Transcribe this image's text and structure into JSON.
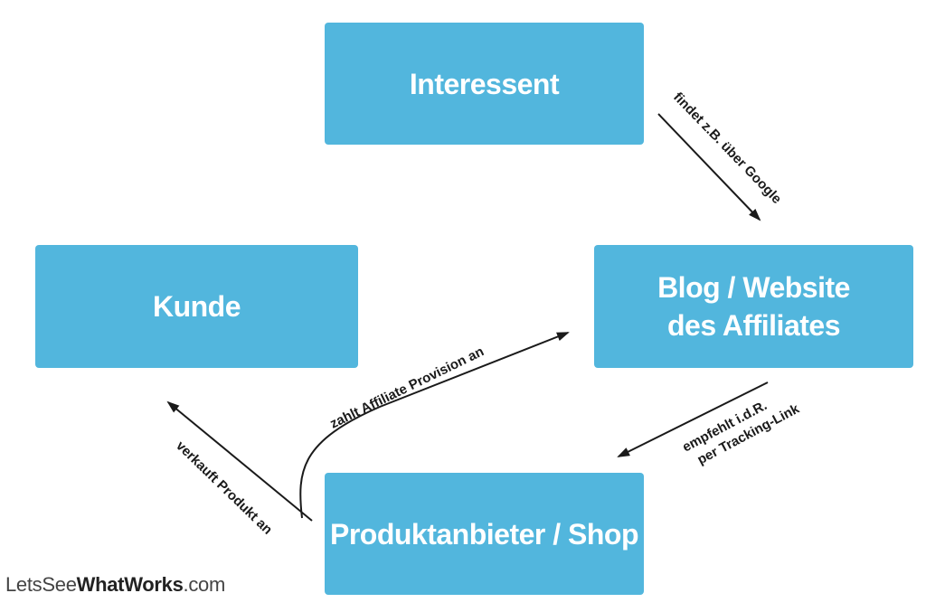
{
  "nodes": {
    "interessent": {
      "label": "Interessent"
    },
    "kunde": {
      "label": "Kunde"
    },
    "blog": {
      "line1": "Blog / Website",
      "line2": "des Affiliates"
    },
    "shop": {
      "label": "Produktanbieter / Shop"
    }
  },
  "edges": {
    "interessent_to_blog": {
      "label": "findet z.B. über Google"
    },
    "blog_to_shop": {
      "line1": "empfehlt i.d.R.",
      "line2": "per Tracking-Link"
    },
    "shop_to_blog": {
      "label": "zahlt Affiliate Provision an"
    },
    "shop_to_kunde": {
      "label": "verkauft Produkt an"
    }
  },
  "watermark": {
    "part1": "LetsSee",
    "part2": "WhatWorks",
    "part3": ".com"
  },
  "colors": {
    "node_fill": "#52b6dd",
    "node_text": "#ffffff",
    "arrow": "#1a1a1a"
  }
}
